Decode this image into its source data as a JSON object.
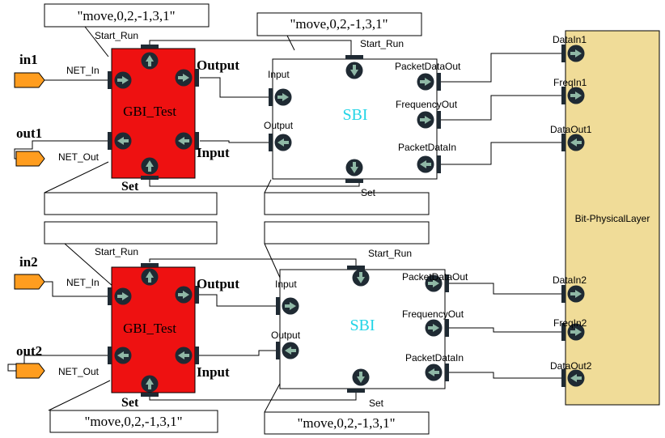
{
  "colors": {
    "gbi_fill": "#ee1111",
    "sbi_fill": "#ffffff",
    "phys_fill": "#f0dc98",
    "port_fill": "#ff9d1f",
    "port_circle": "#1f2a33",
    "port_arrow": "#8fb8a6",
    "sbi_label": "#22d4e6",
    "line": "#000000"
  },
  "annotations": {
    "top_gbi": "\"move,0,2,-1,3,1\"",
    "top_sbi": "\"move,0,2,-1,3,1\"",
    "bottom_gbi": "\"move,0,2,-1,3,1\"",
    "bottom_sbi": "\"move,0,2,-1,3,1\""
  },
  "top": {
    "in_port": "in1",
    "out_port": "out1",
    "gbi": {
      "title": "GBI_Test",
      "start_run": "Start_Run",
      "net_in": "NET_In",
      "net_out": "NET_Out",
      "output": "Output",
      "input": "Input",
      "set": "Set"
    },
    "sbi": {
      "title": "SBI",
      "start_run": "Start_Run",
      "input": "Input",
      "output": "Output",
      "packet_data_out": "PacketDataOut",
      "frequency_out": "FrequencyOut",
      "packet_data_in": "PacketDataIn",
      "set": "Set"
    }
  },
  "bottom": {
    "in_port": "in2",
    "out_port": "out2",
    "gbi": {
      "title": "GBI_Test",
      "start_run": "Start_Run",
      "net_in": "NET_In",
      "net_out": "NET_Out",
      "output": "Output",
      "input": "Input",
      "set": "Set"
    },
    "sbi": {
      "title": "SBI",
      "start_run": "Start_Run",
      "input": "Input",
      "output": "Output",
      "packet_data_out": "PacketDataOut",
      "frequency_out": "FrequencyOut",
      "packet_data_in": "PacketDataIn",
      "set": "Set"
    }
  },
  "physical": {
    "title": "Bit-PhysicalLayer",
    "data_in1": "DataIn1",
    "freq_in1": "FreqIn1",
    "data_out1": "DataOut1",
    "data_in2": "DataIn2",
    "freq_in2": "FreqIn2",
    "data_out2": "DataOut2"
  }
}
